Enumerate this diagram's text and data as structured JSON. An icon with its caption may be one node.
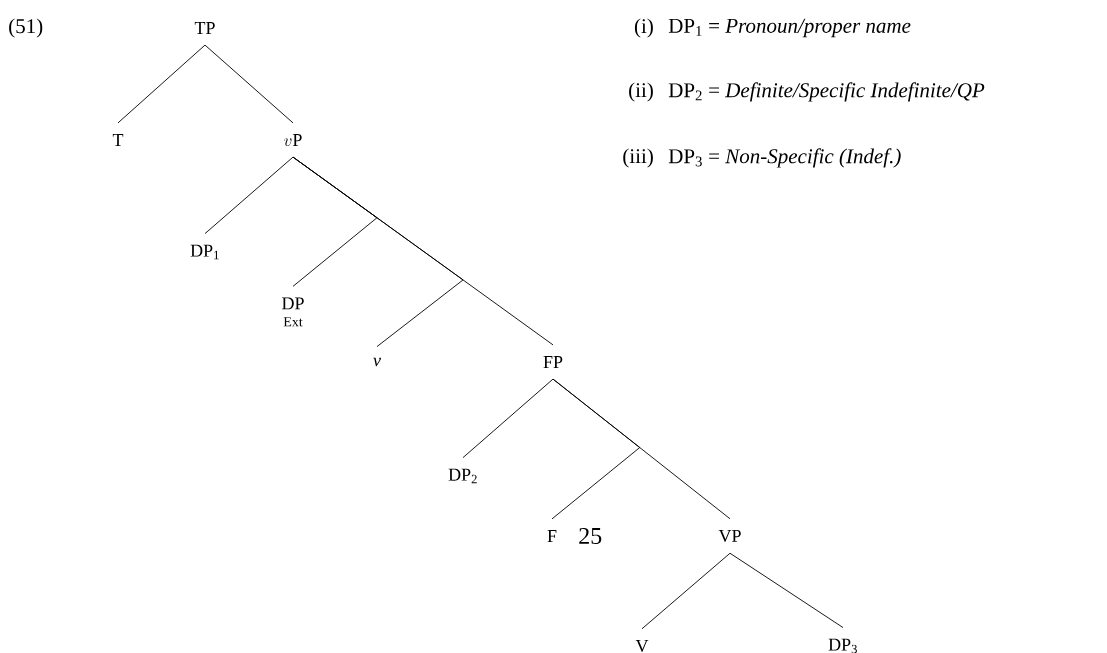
{
  "diagram": {
    "nodes": [
      {
        "text": [
          "TP"
        ]
      },
      {
        "text": [
          "T"
        ]
      },
      {
        "text": [
          "v\\mathrm{P}"
        ]
      },
      {
        "text": [
          "DP$_{1}$"
        ]
      },
      {
        "text": [
          "DP",
          "Ext"
        ]
      },
      {
        "text": [
          "*v*"
        ]
      },
      {
        "text": [
          "FP"
        ]
      },
      {
        "text": [
          "DP$_{2}$"
        ]
      },
      {
        "text": [
          "F"
        ]
      },
      {
        "text": [
          "VP"
        ]
      },
      {
        "text": [
          "V"
        ]
      },
      {
        "text": [
          "DP$_{3}$"
        ]
      }
    ],
    "edges": [
      {
        "from": 0,
        "to": 1,
        "arrow": "none"
      },
      {
        "from": 0,
        "to": 2,
        "arrow": "none"
      },
      {
        "from": 2,
        "to": 3,
        "arrow": "none"
      },
      {
        "from": 2,
        "to": 4,
        "arrow": "none"
      },
      {
        "from": 2,
        "to": 5,
        "arrow": "none"
      },
      {
        "from": 2,
        "to": 6,
        "arrow": "none"
      },
      {
        "from": 6,
        "to": 7,
        "arrow": "none"
      },
      {
        "from": 6,
        "to": 8,
        "arrow": "none"
      },
      {
        "from": 6,
        "to": 9,
        "arrow": "none"
      },
      {
        "from": 9,
        "to": 10,
        "arrow": "none"
      },
      {
        "from": 9,
        "to": 11,
        "arrow": "none"
      }
    ],
    "labels": [
      "(51)",
      "(i)",
      "DP$_{1}$ = *Pronoun/proper name*",
      "(ii)",
      "DP$_{2}$ = *Definite/Specific Indefinite/QP*",
      "(iii)",
      "DP$_{3}$ = *Non-Specific (Indef.)*",
      "25"
    ]
  }
}
